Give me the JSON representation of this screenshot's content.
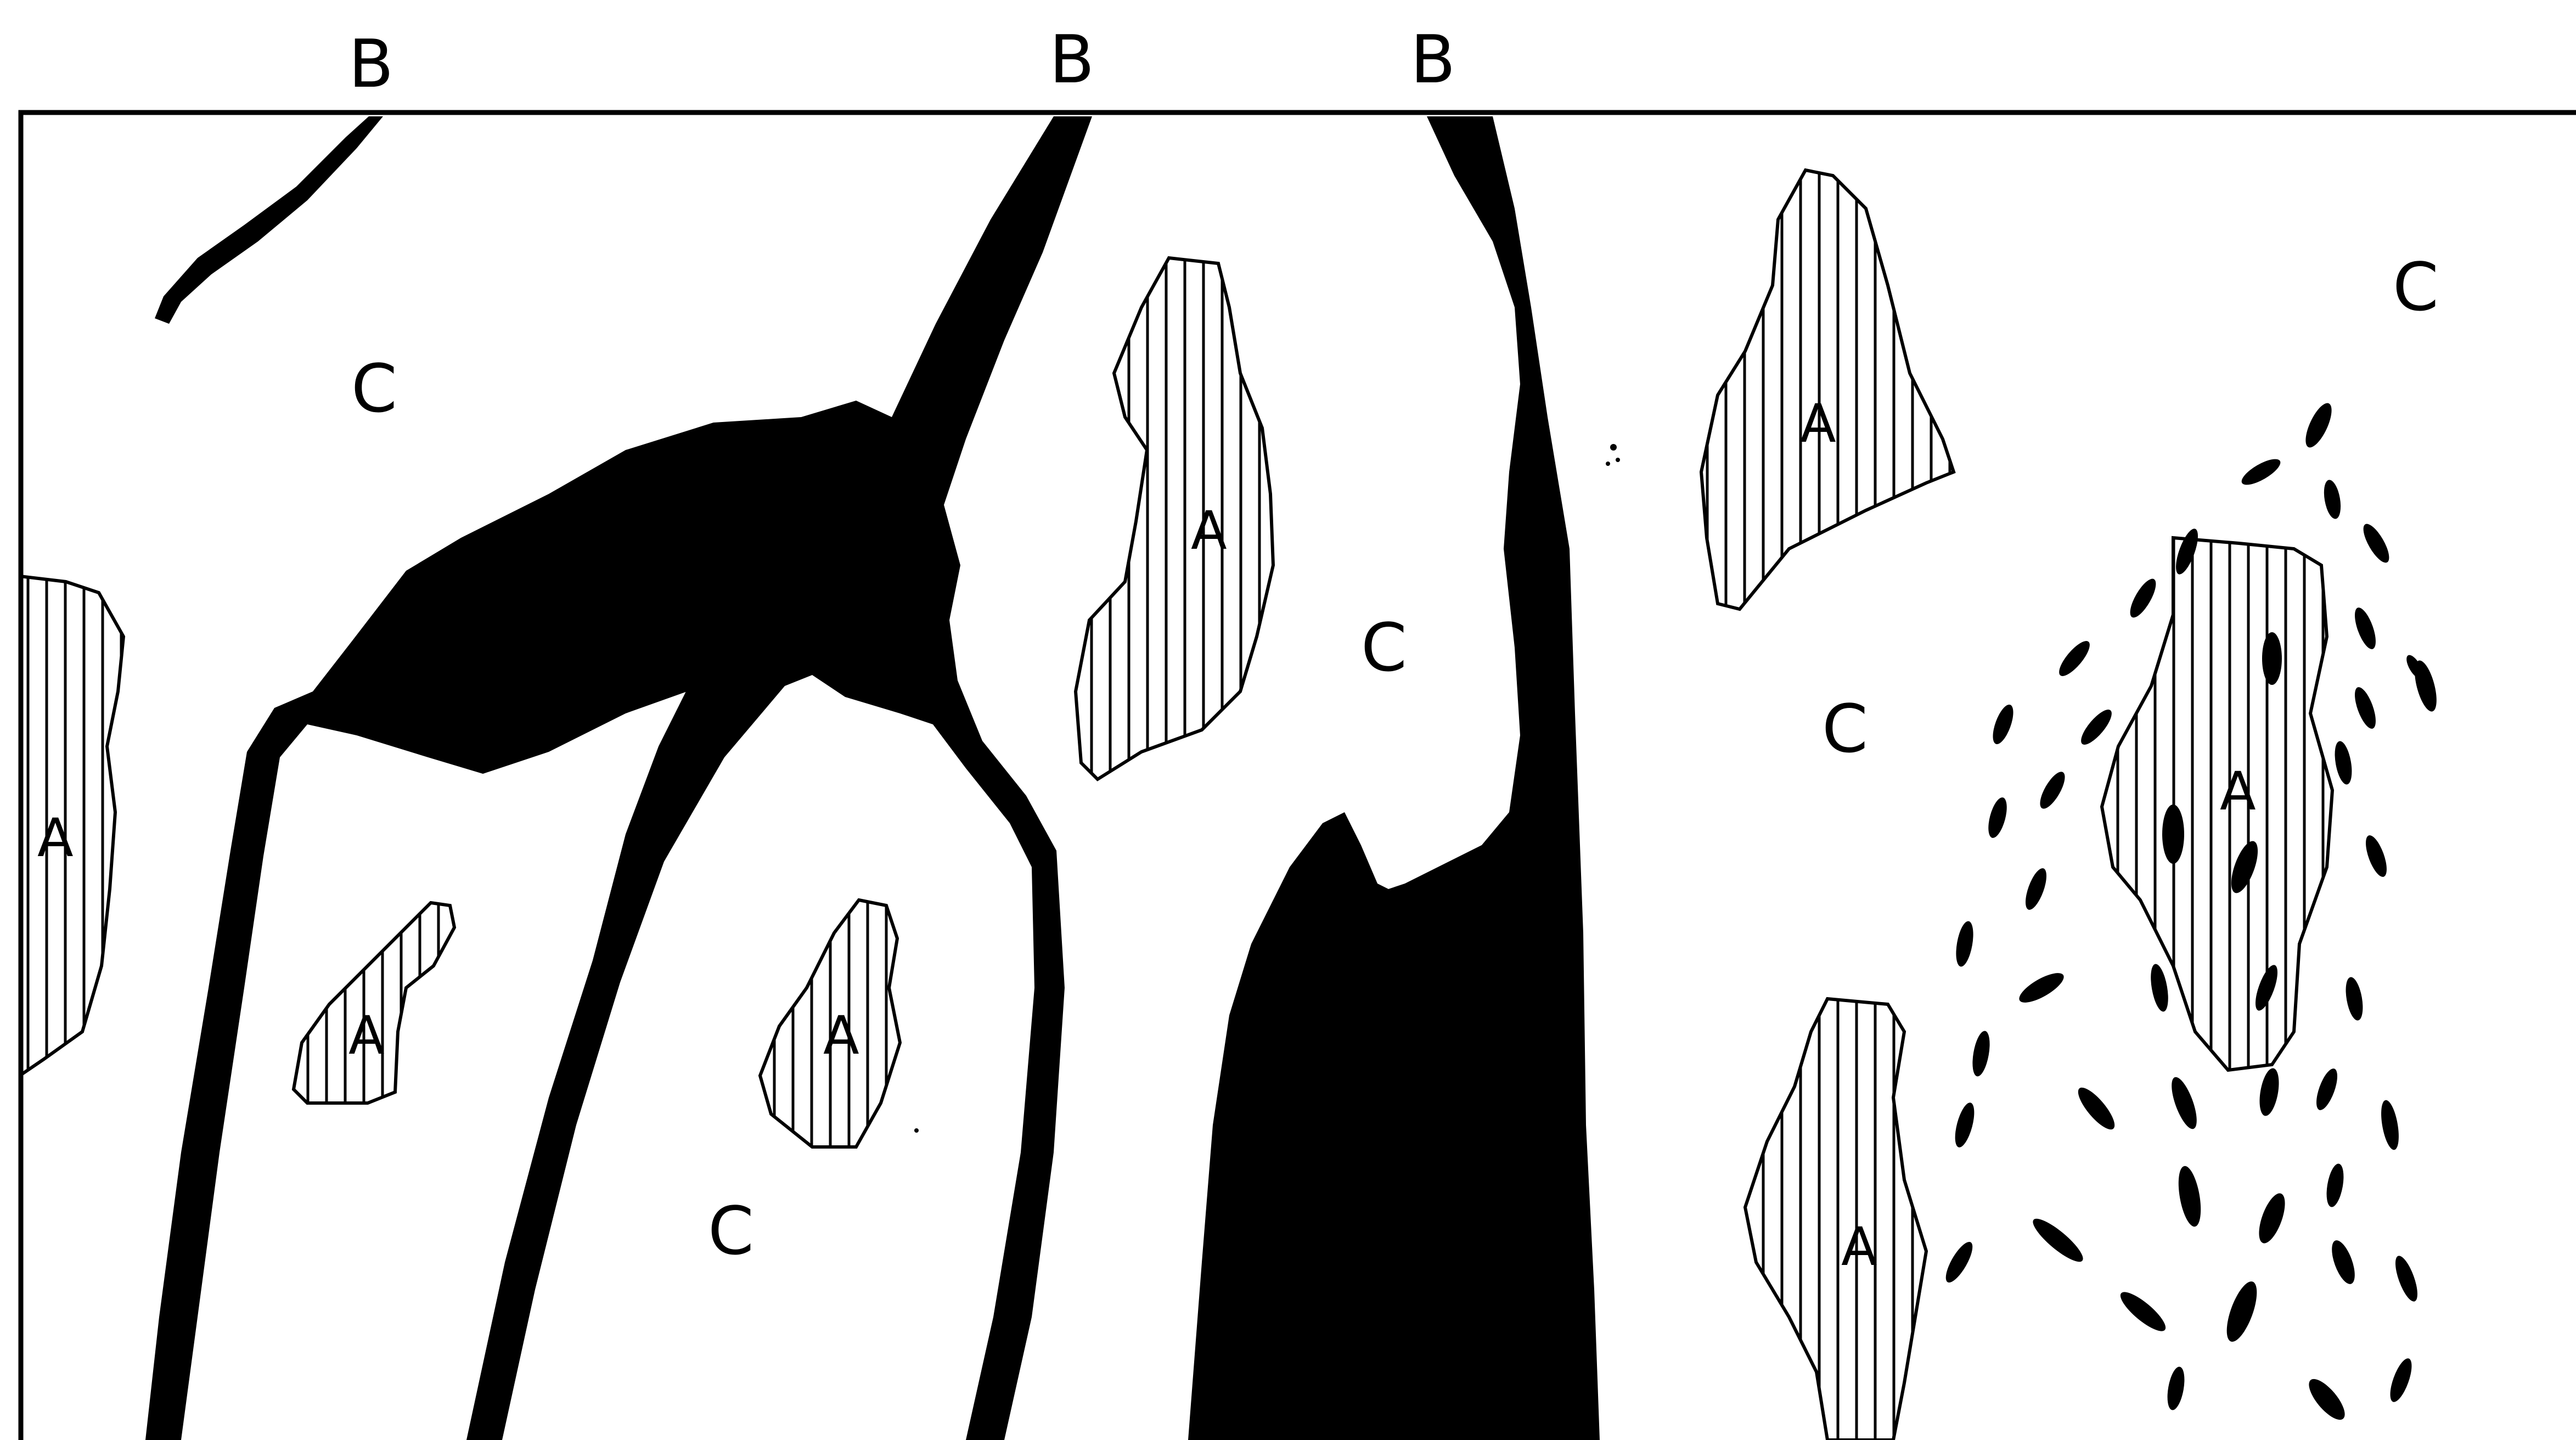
{
  "labels": {
    "b1": "B",
    "b2": "B",
    "b3": "B",
    "c1": "C",
    "c2": "C",
    "c3": "C",
    "c4": "C",
    "c5": "C",
    "a1": "A",
    "a2": "A",
    "a3": "A",
    "a4": "A",
    "a5": "A",
    "a6": "A",
    "a7": "A"
  },
  "colors": {
    "ink": "#000000",
    "paper": "#ffffff"
  }
}
